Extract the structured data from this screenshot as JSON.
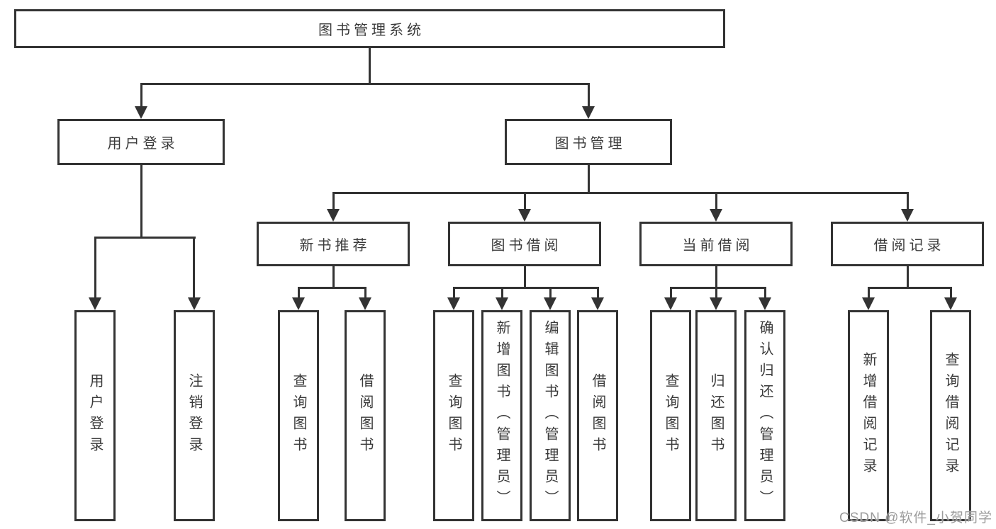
{
  "diagram": {
    "title_node": {
      "label": "图书管理系统"
    },
    "level2": [
      {
        "label": "用户登录"
      },
      {
        "label": "图书管理"
      }
    ],
    "level3": [
      {
        "label": "新书推荐"
      },
      {
        "label": "图书借阅"
      },
      {
        "label": "当前借阅"
      },
      {
        "label": "借阅记录"
      }
    ],
    "leaves": {
      "user_login": [
        {
          "label": "用户登录"
        },
        {
          "label": "注销登录"
        }
      ],
      "new_book_rec": [
        {
          "label": "查询图书"
        },
        {
          "label": "借阅图书"
        }
      ],
      "book_borrow": [
        {
          "label": "查询图书"
        },
        {
          "label": "新增图书（管理员）"
        },
        {
          "label": "编辑图书（管理员）"
        },
        {
          "label": "借阅图书"
        }
      ],
      "current_borrow": [
        {
          "label": "查询图书"
        },
        {
          "label": "归还图书"
        },
        {
          "label": "确认归还（管理员）"
        }
      ],
      "borrow_records": [
        {
          "label": "新增借阅记录"
        },
        {
          "label": "查询借阅记录"
        }
      ]
    }
  },
  "watermark": {
    "text": "CSDN @软件_小贺同学"
  },
  "colors": {
    "line": "#333333",
    "text": "#3a3a3a",
    "watermark": "#9b9b9b",
    "background": "#ffffff"
  }
}
